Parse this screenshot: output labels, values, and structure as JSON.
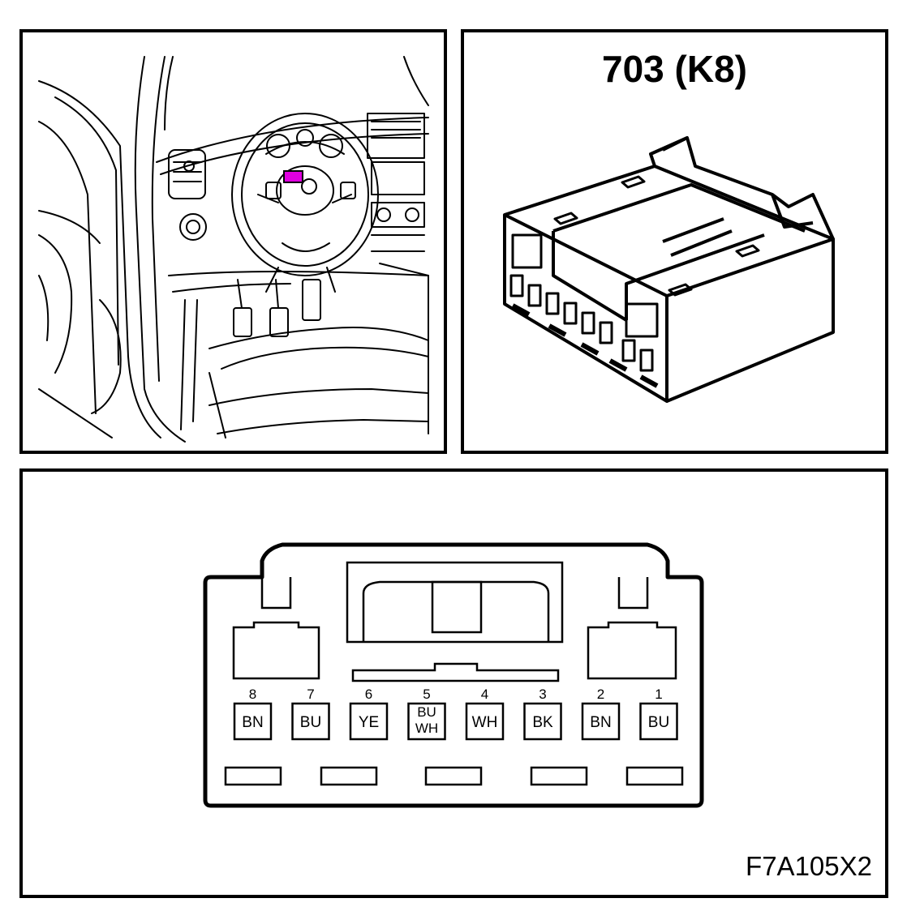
{
  "connector": {
    "title": "703 (K8)",
    "figure_code": "F7A105X2",
    "highlight_color": "#e000e0"
  },
  "pins": [
    {
      "number": "8",
      "wire": [
        "BN"
      ]
    },
    {
      "number": "7",
      "wire": [
        "BU"
      ]
    },
    {
      "number": "6",
      "wire": [
        "YE"
      ]
    },
    {
      "number": "5",
      "wire": [
        "BU",
        "WH"
      ]
    },
    {
      "number": "4",
      "wire": [
        "WH"
      ]
    },
    {
      "number": "3",
      "wire": [
        "BK"
      ]
    },
    {
      "number": "2",
      "wire": [
        "BN"
      ]
    },
    {
      "number": "1",
      "wire": [
        "BU"
      ]
    }
  ]
}
